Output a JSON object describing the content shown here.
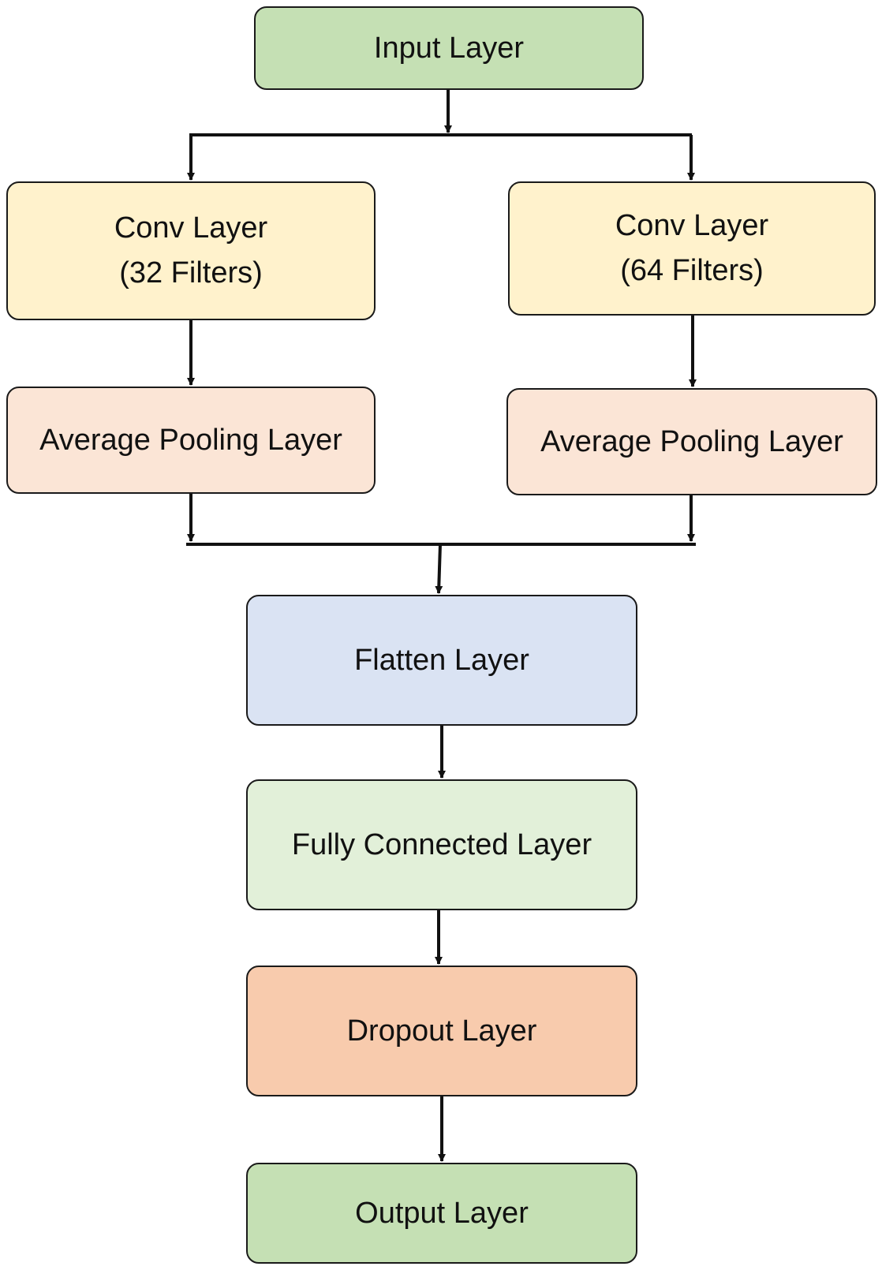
{
  "diagram": {
    "nodes": [
      {
        "id": "input",
        "lines": [
          "Input Layer"
        ],
        "color": "#c5e0b4"
      },
      {
        "id": "conv32",
        "lines": [
          "Conv Layer",
          "(32 Filters)"
        ],
        "color": "#fff2cc"
      },
      {
        "id": "conv64",
        "lines": [
          "Conv Layer",
          "(64 Filters)"
        ],
        "color": "#fff2cc"
      },
      {
        "id": "pool_left",
        "lines": [
          "Average Pooling Layer"
        ],
        "color": "#fbe5d6"
      },
      {
        "id": "pool_right",
        "lines": [
          "Average Pooling Layer"
        ],
        "color": "#fbe5d6"
      },
      {
        "id": "flatten",
        "lines": [
          "Flatten Layer"
        ],
        "color": "#dae3f3"
      },
      {
        "id": "fc",
        "lines": [
          "Fully Connected Layer"
        ],
        "color": "#e2f0d9"
      },
      {
        "id": "dropout",
        "lines": [
          "Dropout Layer"
        ],
        "color": "#f8cbad"
      },
      {
        "id": "output",
        "lines": [
          "Output Layer"
        ],
        "color": "#c5e0b4"
      }
    ],
    "edges": [
      {
        "from": "input",
        "to": "conv32"
      },
      {
        "from": "input",
        "to": "conv64"
      },
      {
        "from": "conv32",
        "to": "pool_left"
      },
      {
        "from": "conv64",
        "to": "pool_right"
      },
      {
        "from": "pool_left",
        "to": "flatten"
      },
      {
        "from": "pool_right",
        "to": "flatten"
      },
      {
        "from": "flatten",
        "to": "fc"
      },
      {
        "from": "fc",
        "to": "dropout"
      },
      {
        "from": "dropout",
        "to": "output"
      }
    ]
  }
}
